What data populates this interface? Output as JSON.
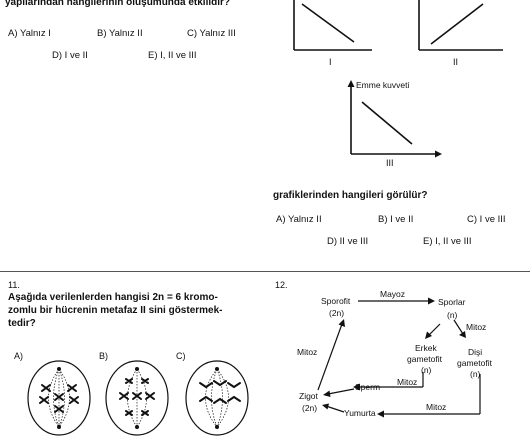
{
  "q10": {
    "stem_tail": "yapılarından hangilerinin oluşumunda etkilidir?",
    "options": {
      "a": "A) Yalnız I",
      "b": "B) Yalnız II",
      "c": "C) Yalnız III",
      "d": "D) I ve II",
      "e": "E) I, II ve III"
    }
  },
  "graphs": {
    "label_1": "I",
    "label_2": "II",
    "label_3": "III",
    "axis_label_3": "Emme kuvveti",
    "question": "grafiklerinden hangileri görülür?",
    "options": {
      "a": "A) Yalnız II",
      "b": "B) I ve II",
      "c": "C) I ve III",
      "d": "D) II ve III",
      "e": "E) I, II ve III"
    }
  },
  "q11": {
    "number": "11.",
    "line1": "Aşağıda verilenlerden hangisi 2n = 6 kromo-",
    "line2": "zomlu bir hücrenin metafaz II sini göstermek-",
    "line3": "tedir?",
    "labels": {
      "a": "A)",
      "b": "B)",
      "c": "C)"
    }
  },
  "q12": {
    "number": "12.",
    "sporofit": "Sporofit",
    "sporofit_ploidy": "(2n)",
    "mayoz": "Mayoz",
    "sporlar": "Sporlar",
    "sporlar_ploidy": "(n)",
    "mitoz_right": "Mitoz",
    "erkek_1": "Erkek",
    "erkek_2": "gametofit",
    "erkek_ploidy": "(n)",
    "disi_1": "Dişi",
    "disi_2": "gametofit",
    "disi_ploidy": "(n)",
    "mitoz_left": "Mitoz",
    "mitoz_sperm": "Mitoz",
    "sperm": "Sperm",
    "zigot": "Zigot",
    "zigot_ploidy": "(2n)",
    "yumurta": "Yumurta",
    "mitoz_bottom": "Mitoz"
  }
}
